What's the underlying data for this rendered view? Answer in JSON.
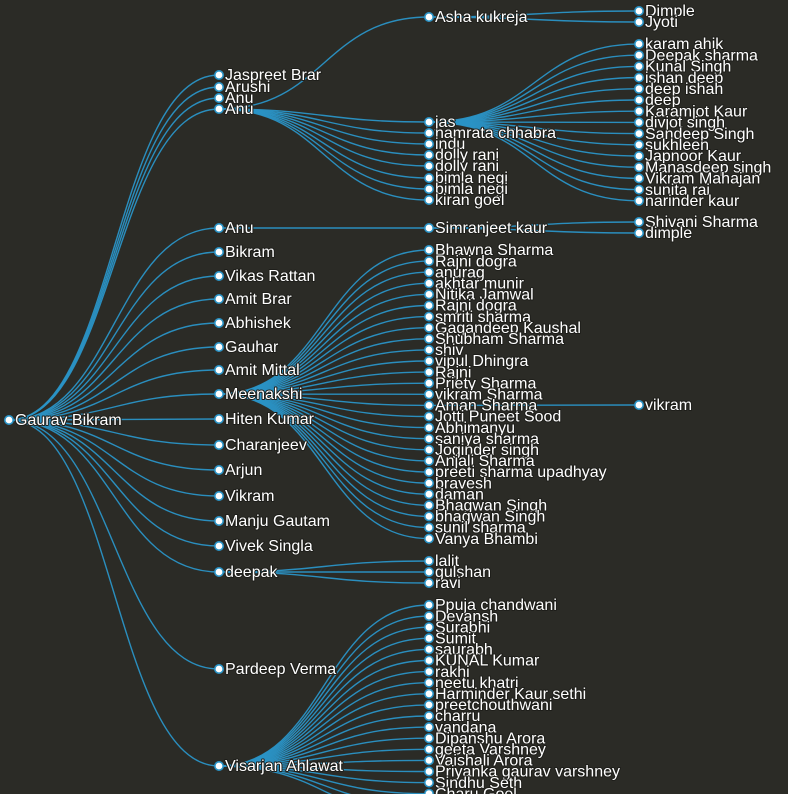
{
  "tree": {
    "name": "Gaurav Bikram",
    "children": [
      {
        "name": "Jaspreet Brar"
      },
      {
        "name": "Arushi"
      },
      {
        "name": "Anu"
      },
      {
        "name": "Anu",
        "children": [
          {
            "name": "Asha kukreja",
            "children": [
              {
                "name": "Dimple"
              },
              {
                "name": "Jyoti"
              }
            ]
          },
          {
            "name": "jas",
            "children": [
              {
                "name": "karam ahik"
              },
              {
                "name": "Deepak sharma"
              },
              {
                "name": "Kunal Singh"
              },
              {
                "name": "ishan deep"
              },
              {
                "name": "deep ishah"
              },
              {
                "name": "deep"
              },
              {
                "name": "Karamjot Kaur"
              },
              {
                "name": "divjot singh"
              },
              {
                "name": "Sandeep Singh"
              },
              {
                "name": "sukhleen"
              },
              {
                "name": "Japnoor Kaur"
              },
              {
                "name": "Manasdeep singh"
              },
              {
                "name": "Vikram Mahajan"
              },
              {
                "name": "sunita rai"
              },
              {
                "name": "narinder kaur"
              }
            ]
          },
          {
            "name": "namrata chhabra"
          },
          {
            "name": "indu"
          },
          {
            "name": "dolly rani"
          },
          {
            "name": "dolly rani"
          },
          {
            "name": "bimla negi"
          },
          {
            "name": "bimla negi"
          },
          {
            "name": "kiran goel"
          }
        ]
      },
      {
        "name": "Anu",
        "children": [
          {
            "name": "Simranjeet kaur",
            "children": [
              {
                "name": "Shivani Sharma"
              },
              {
                "name": "dimple"
              }
            ]
          }
        ]
      },
      {
        "name": "Bikram"
      },
      {
        "name": "Vikas Rattan"
      },
      {
        "name": "Amit Brar"
      },
      {
        "name": "Abhishek"
      },
      {
        "name": "Gauhar"
      },
      {
        "name": "Amit Mittal"
      },
      {
        "name": "Meenakshi",
        "children": [
          {
            "name": "Bhawna Sharma"
          },
          {
            "name": "Rajni dogra"
          },
          {
            "name": "anurag"
          },
          {
            "name": "akhtar munir"
          },
          {
            "name": "Nitika Jamwal"
          },
          {
            "name": "Rajni dogra"
          },
          {
            "name": "smriti sharma"
          },
          {
            "name": "Gagandeep Kaushal"
          },
          {
            "name": "Shubham Sharma"
          },
          {
            "name": "shiv"
          },
          {
            "name": "vipul Dhingra"
          },
          {
            "name": "Rajni"
          },
          {
            "name": "Priety Sharma"
          },
          {
            "name": "vikram Sharma"
          },
          {
            "name": "Aman Sharma",
            "children": [
              {
                "name": "vikram"
              }
            ]
          },
          {
            "name": "Jotti Puneet Sood"
          },
          {
            "name": "Abhimanyu"
          },
          {
            "name": "saniya sharma"
          },
          {
            "name": "Joginder singh"
          },
          {
            "name": "Anjali Sharma"
          },
          {
            "name": "preeti sharma upadhyay"
          },
          {
            "name": "bravesh"
          },
          {
            "name": "daman"
          },
          {
            "name": "Bhagwan Singh"
          },
          {
            "name": "bhagwan Singh"
          },
          {
            "name": "sunil sharma"
          },
          {
            "name": "Vanya Bhambi"
          }
        ]
      },
      {
        "name": "Hiten Kumar"
      },
      {
        "name": "Charanjeev"
      },
      {
        "name": "Arjun"
      },
      {
        "name": "Vikram"
      },
      {
        "name": "Manju Gautam"
      },
      {
        "name": "Vivek Singla"
      },
      {
        "name": "deepak",
        "children": [
          {
            "name": "lalit"
          },
          {
            "name": "gulshan"
          },
          {
            "name": "ravi"
          }
        ]
      },
      {
        "name": "Pardeep Verma"
      },
      {
        "name": "Visarjan Ahlawat",
        "children": [
          {
            "name": "Ppuja chandwani"
          },
          {
            "name": "Devansh"
          },
          {
            "name": "Surabhi"
          },
          {
            "name": "Sumit"
          },
          {
            "name": "saurabh"
          },
          {
            "name": "KUNAL Kumar"
          },
          {
            "name": "rakhi"
          },
          {
            "name": "neetu khatri"
          },
          {
            "name": "Harminder Kaur sethi"
          },
          {
            "name": "preetchouthwani"
          },
          {
            "name": "charru"
          },
          {
            "name": "vandana"
          },
          {
            "name": "Dipanshu Arora"
          },
          {
            "name": "geeta Varshney"
          },
          {
            "name": "Vaishali Arora"
          },
          {
            "name": "Priyanka gaurav varshney"
          },
          {
            "name": "Sindhu Seth"
          },
          {
            "name": "Charu Goel"
          },
          {
            "name": ""
          },
          {
            "name": ""
          }
        ]
      }
    ]
  },
  "colors": {
    "background": "#2b2b26",
    "link": "#2a93c6",
    "node_fill": "#ffffff",
    "label": "#ffffff"
  }
}
